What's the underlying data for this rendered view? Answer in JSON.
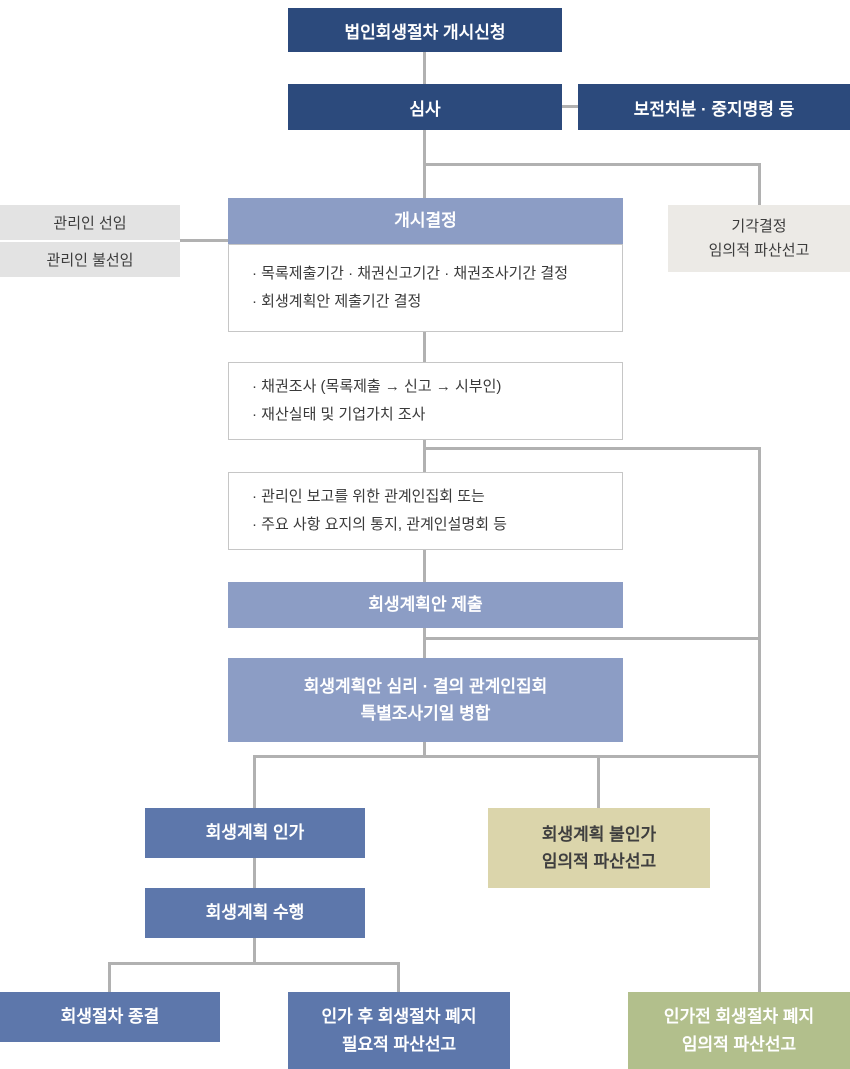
{
  "colors": {
    "navy": "#2c4a7c",
    "slate_blue": "#8c9dc5",
    "medium_blue": "#5d77ab",
    "light_gray": "#e3e3e3",
    "pale_gray": "#eceae6",
    "tan": "#dbd5ab",
    "olive_green": "#b2bf8c",
    "connector_gray": "#b1b1b1",
    "detail_border": "#c6c6c6"
  },
  "nodes": {
    "start": {
      "label": "법인회생절차 개시신청"
    },
    "review": {
      "label": "심사"
    },
    "preservation": {
      "label": "보전처분 · 중지명령 등"
    },
    "custodian_appointed": {
      "label": "관리인 선임"
    },
    "custodian_not_appointed": {
      "label": "관리인 불선임"
    },
    "commencement": {
      "label": "개시결정"
    },
    "commencement_details": {
      "line1": "· 목록제출기간 · 채권신고기간 · 채권조사기간 결정",
      "line2": "· 회생계획안 제출기간 결정"
    },
    "dismissal": {
      "line1": "기각결정",
      "line2": "임의적 파산선고"
    },
    "investigation": {
      "line1": "· 채권조사 (목록제출 → 신고 → 시부인)",
      "line2": "· 재산실태 및 기업가치 조사"
    },
    "assembly": {
      "line1": "· 관리인 보고를 위한 관계인집회 또는",
      "line2": "· 주요 사항 요지의 통지, 관계인설명회 등"
    },
    "plan_submission": {
      "label": "회생계획안 제출"
    },
    "plan_hearing": {
      "line1": "회생계획안 심리 · 결의 관계인집회",
      "line2": "특별조사기일 병합"
    },
    "plan_approval": {
      "label": "회생계획 인가"
    },
    "plan_disapproval": {
      "line1": "회생계획 불인가",
      "line2": "임의적 파산선고"
    },
    "plan_execution": {
      "label": "회생계획 수행"
    },
    "closure": {
      "label": "회생절차 종결"
    },
    "post_abolition": {
      "line1": "인가 후 회생절차 폐지",
      "line2": "필요적 파산선고"
    },
    "pre_abolition": {
      "line1": "인가전 회생절차 폐지",
      "line2": "임의적 파산선고"
    }
  }
}
